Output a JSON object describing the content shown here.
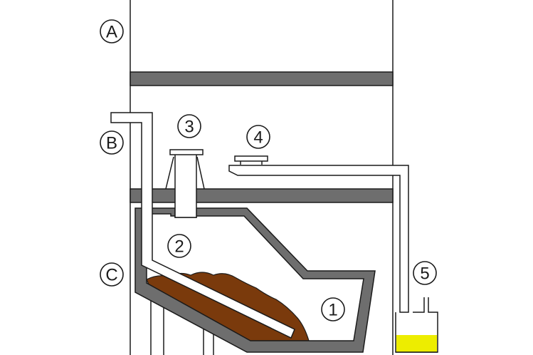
{
  "labels": {
    "floor_a": "A",
    "floor_b": "B",
    "floor_c": "C",
    "part_1": "1",
    "part_2": "2",
    "part_3": "3",
    "part_4": "4",
    "part_5": "5"
  },
  "colors": {
    "outline": "#1a1a1a",
    "slab": "#6e6e6e",
    "tank_wall": "#6e6e6e",
    "sludge": "#7a3a0c",
    "liquid": "#eded00",
    "background": "#ffffff"
  }
}
